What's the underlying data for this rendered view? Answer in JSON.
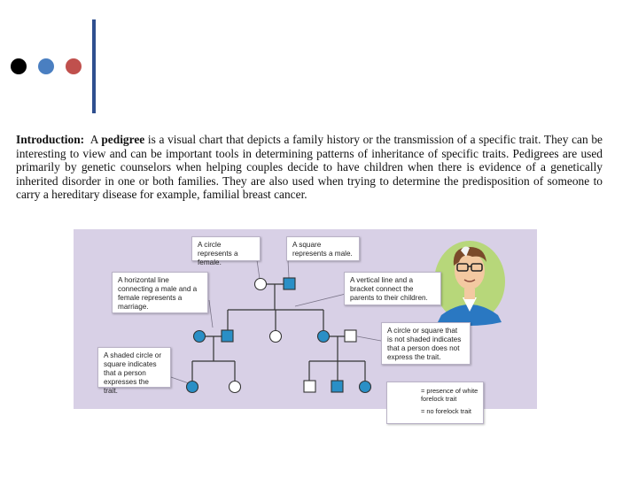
{
  "slide": {
    "dots": [
      "#000000",
      "#4a7fc1",
      "#c0504d"
    ],
    "accent_bar_color": "#2f4f8f"
  },
  "intro": {
    "lead": "Introduction:",
    "pre_term": "A",
    "term": "pedigree",
    "body": "is a visual chart that depicts a family history or the transmission of a specific trait. They can be interesting to view and can be important tools in determining patterns of inheritance of specific traits. Pedigrees are used primarily by genetic counselors when helping couples decide to have children when there is evidence of a genetically inherited disorder in one or both families. They are also used when trying to determine the predisposition of someone to carry a hereditary disease for example, familial breast cancer."
  },
  "diagram": {
    "colors": {
      "background": "#d8d0e6",
      "affected": "#2a8fc6",
      "line": "#333333"
    },
    "callouts": {
      "circle": "A circle represents a female.",
      "square": "A square represents a male.",
      "horizontal": "A horizontal line connecting a male and a female represents a marriage.",
      "vertical": "A vertical line and a bracket connect the parents to their children.",
      "unshaded": "A circle or square that is not shaded indicates that a person does not express the trait.",
      "shaded": "A shaded circle or square indicates that a person expresses the trait."
    },
    "legend": {
      "affected": "= presence of white forelock trait",
      "unaffected": "= no forelock trait"
    }
  }
}
